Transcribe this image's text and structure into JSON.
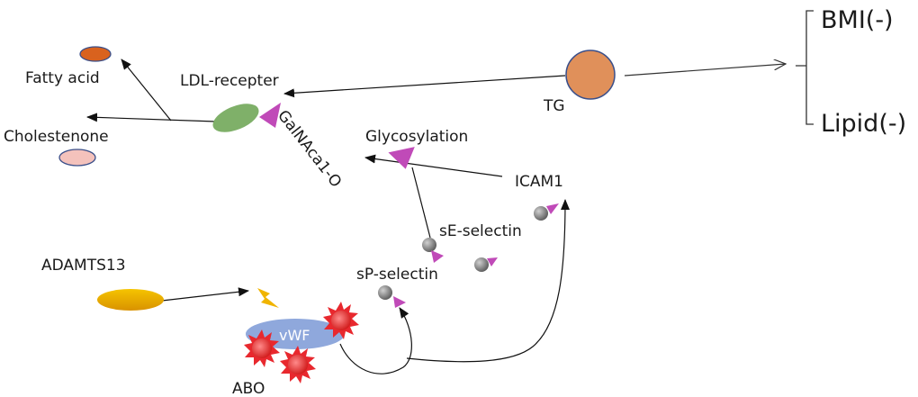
{
  "labels": {
    "fatty_acid": "Fatty acid",
    "ldl_receptor": "LDL-recepter",
    "cholestenone": "Cholestenone",
    "galnac": "GalNAca1-O",
    "glycosylation": "Glycosylation",
    "tg": "TG",
    "bmi": "BMI(-)",
    "lipid": "Lipid(-)",
    "icam1": "ICAM1",
    "se_selectin": "sE-selectin",
    "sp_selectin": "sP-selectin",
    "adamts13": "ADAMTS13",
    "vwf": "vWF",
    "abo": "ABO"
  },
  "colors": {
    "fatty_acid_fill": "#d9621e",
    "cholestenone_fill": "#f4c2bc",
    "ellipse_stroke": "#3a4f8a",
    "ldl_receptor_fill": "#7fb069",
    "tg_fill": "#e0905a",
    "triangle_magenta": "#c04ab8",
    "selectin_ball": "#8a8a8a",
    "adamts13_fill": "#e6a800",
    "vwf_fill": "#8fa8dc",
    "abo_fill": "#e8282e",
    "abo_spike": "#e8282e"
  }
}
